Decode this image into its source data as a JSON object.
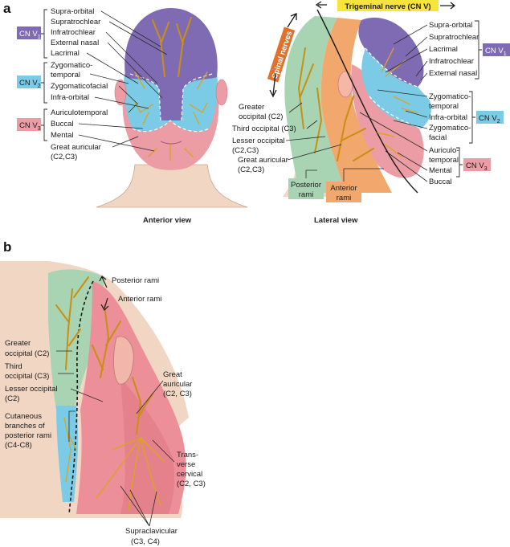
{
  "panel_a": {
    "letter": "a",
    "anterior_view_caption": "Anterior view",
    "lateral_view_caption": "Lateral view",
    "anterior_labels": {
      "supra_orbital": "Supra-orbital",
      "supratrochlear": "Supratrochlear",
      "infratrochlear": "Infratrochlear",
      "external_nasal": "External nasal",
      "lacrimal": "Lacrimal",
      "zygomaticotemporal_1": "Zygomatico-",
      "zygomaticotemporal_2": "temporal",
      "zygomaticofacial": "Zygomaticofacial",
      "infra_orbital": "Infra-orbital",
      "auriculotemporal": "Auriculotemporal",
      "buccal": "Buccal",
      "mental": "Mental",
      "great_auricular_1": "Great auricular",
      "great_auricular_2": "(C2,C3)"
    },
    "anterior_tags": {
      "v1_base": "CN V",
      "v1_sub": "1",
      "v2_base": "CN V",
      "v2_sub": "2",
      "v3_base": "CN V",
      "v3_sub": "3"
    },
    "lateral_banners": {
      "trigeminal": "Trigeminal nerve (CN V)",
      "spinal": "Spinal nerves"
    },
    "lateral_left_labels": {
      "greater_occipital_1": "Greater",
      "greater_occipital_2": "occipital (C2)",
      "third_occipital": "Third occipital (C3)",
      "lesser_occipital_1": "Lesser occipital",
      "lesser_occipital_2": "(C2,C3)",
      "great_auricular_1": "Great auricular",
      "great_auricular_2": "(C2,C3)"
    },
    "lateral_boxes": {
      "posterior_1": "Posterior",
      "posterior_2": "rami",
      "anterior_1": "Anterior",
      "anterior_2": "rami"
    },
    "lateral_right_labels": {
      "supra_orbital": "Supra-orbital",
      "supratrochlear": "Supratrochlear",
      "lacrimal": "Lacrimal",
      "infratrochlear": "Infratrochlear",
      "external_nasal": "External nasal",
      "zygomaticotemporal_1": "Zygomatico-",
      "zygomaticotemporal_2": "temporal",
      "infra_orbital": "Infra-orbital",
      "zygomaticofacial_1": "Zygomatico-",
      "zygomaticofacial_2": "facial",
      "auriculotemporal_1": "Auriculo-",
      "auriculotemporal_2": "temporal",
      "mental": "Mental",
      "buccal": "Buccal"
    },
    "lateral_tags": {
      "v1_base": "CN V",
      "v1_sub": "1",
      "v2_base": "CN V",
      "v2_sub": "2",
      "v3_base": "CN V",
      "v3_sub": "3"
    }
  },
  "panel_b": {
    "letter": "b",
    "labels": {
      "posterior_rami": "Posterior rami",
      "anterior_rami": "Anterior rami",
      "greater_occipital_1": "Greater",
      "greater_occipital_2": "occipital (C2)",
      "third_occipital_1": "Third",
      "third_occipital_2": "occipital (C3)",
      "lesser_occipital_1": "Lesser occipital",
      "lesser_occipital_2": "(C2)",
      "cutaneous_1": "Cutaneous",
      "cutaneous_2": "branches of",
      "cutaneous_3": "posterior rami",
      "cutaneous_4": "(C4-C8)",
      "great_auricular_1": "Great",
      "great_auricular_2": "auricular",
      "great_auricular_3": "(C2, C3)",
      "transverse_1": "Trans-",
      "transverse_2": "verse",
      "transverse_3": "cervical",
      "transverse_4": "(C2, C3)",
      "supraclavicular_1": "Supraclavicular",
      "supraclavicular_2": "(C3, C4)"
    }
  },
  "colors": {
    "v1_purple": "#7f6bb4",
    "v2_blue": "#7ccbe6",
    "v3_pink": "#eb9ca4",
    "orange": "#f2a86c",
    "green": "#a8d4b3",
    "nerve_yellow": "#d9a520",
    "banner_yellow": "#f7e53b",
    "banner_orange": "#e0702c",
    "skin": "#f1d6c4"
  }
}
